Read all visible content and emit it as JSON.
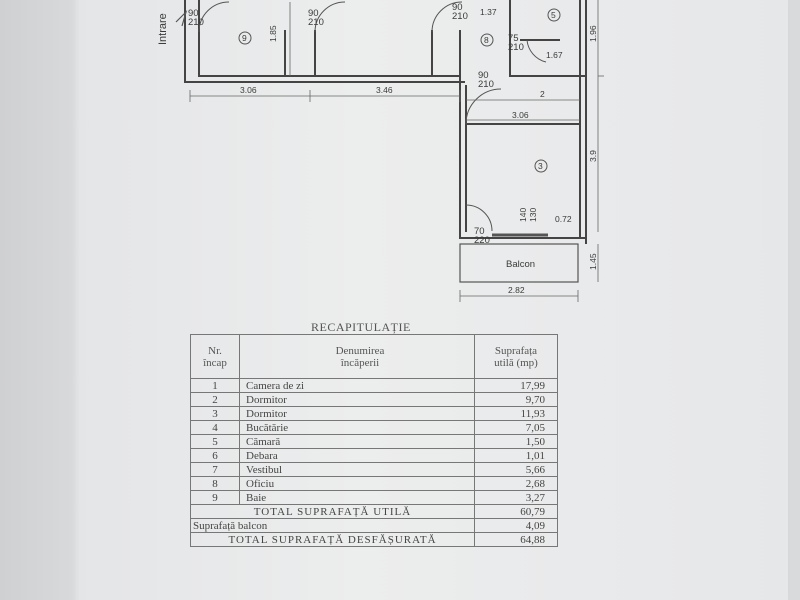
{
  "plan": {
    "entrance_label": "Intrare",
    "dimensions": {
      "d_306_left": "3.06",
      "d_346": "3.46",
      "d_137": "1.37",
      "d_185": "1.85",
      "d_196": "1.96",
      "d_167": "1.67",
      "d_2": "2",
      "d_306_right": "3.06",
      "d_39": "3.9",
      "d_072": "0.72",
      "d_145": "1.45",
      "d_282": "2.82"
    },
    "doors": [
      {
        "top": "90",
        "bottom": "210"
      },
      {
        "top": "90",
        "bottom": "210"
      },
      {
        "top": "90",
        "bottom": "210"
      },
      {
        "top": "75",
        "bottom": "210"
      },
      {
        "top": "90",
        "bottom": "210"
      },
      {
        "top": "70",
        "bottom": "220"
      }
    ],
    "window": {
      "top": "140",
      "bottom": "130"
    },
    "room_numbers": [
      "9",
      "8",
      "5",
      "3"
    ],
    "balcony_label": "Balcon"
  },
  "recap": {
    "title": "RECAPITULAȚIE",
    "headers": {
      "nr": "Nr.",
      "nr2": "încap",
      "name": "Denumirea",
      "name2": "încăperii",
      "area": "Suprafața",
      "area2": "utilă (mp)"
    },
    "rows": [
      {
        "nr": "1",
        "name": "Camera de zi",
        "area": "17,99"
      },
      {
        "nr": "2",
        "name": "Dormitor",
        "area": "9,70"
      },
      {
        "nr": "3",
        "name": "Dormitor",
        "area": "11,93"
      },
      {
        "nr": "4",
        "name": "Bucătărie",
        "area": "7,05"
      },
      {
        "nr": "5",
        "name": "Cămară",
        "area": "1,50"
      },
      {
        "nr": "6",
        "name": "Debara",
        "area": "1,01"
      },
      {
        "nr": "7",
        "name": "Vestibul",
        "area": "5,66"
      },
      {
        "nr": "8",
        "name": "Oficiu",
        "area": "2,68"
      },
      {
        "nr": "9",
        "name": "Baie",
        "area": "3,27"
      }
    ],
    "total_util_label": "TOTAL  SUPRAFAȚĂ  UTILĂ",
    "total_util_value": "60,79",
    "balcony_label": "Suprafață balcon",
    "balcony_value": "4,09",
    "total_desf_label": "TOTAL  SUPRAFAȚĂ  DESFĂȘURATĂ",
    "total_desf_value": "64,88"
  }
}
